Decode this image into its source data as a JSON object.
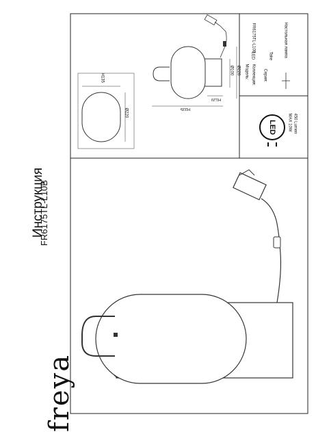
{
  "brand": "freya",
  "title": "Инструкция",
  "model": "FR6175TL-L10B",
  "dimensions": {
    "h135": "H135",
    "d220_top": "Ø220",
    "h335": "H335",
    "h120": "H120",
    "d100": "Ø100",
    "d220_side": "Ø220"
  },
  "specs": {
    "model_label": "Модель:",
    "model_value": "FR6175TL-L10B",
    "collection_label": "Коллекция:",
    "collection_value": "LED",
    "series_label": "Серия:",
    "series_value": "Take",
    "type_value": "Настольная лампа"
  },
  "led": {
    "label": "LED",
    "power": "MAX 10W",
    "lumen": "450 Lumen"
  }
}
